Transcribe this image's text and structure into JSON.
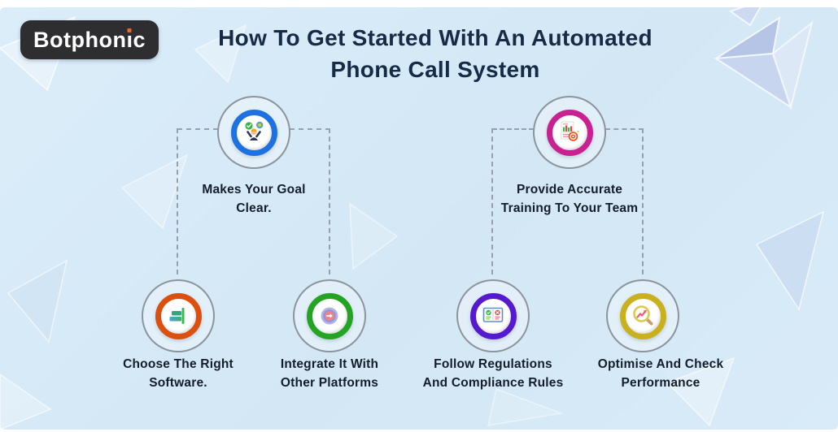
{
  "header": {
    "logo": {
      "part1": "Botphon",
      "i_base": "ı",
      "part2": "c",
      "full_text": "Botphonic"
    },
    "title_line1": "How To Get Started With An Automated",
    "title_line2": "Phone Call System"
  },
  "steps": [
    {
      "key": "make-goal-clear",
      "label_line1": "Makes Your Goal",
      "label_line2": "Clear.",
      "ring_color": "#1d71e0",
      "icon": "person-goal-icon"
    },
    {
      "key": "provide-training",
      "label_line1": "Provide Accurate",
      "label_line2": "Training To Your Team",
      "ring_color": "#c92092",
      "icon": "report-target-icon"
    },
    {
      "key": "choose-software",
      "label_line1": "Choose The Right",
      "label_line2": "Software.",
      "ring_color": "#db500e",
      "icon": "align-bars-icon"
    },
    {
      "key": "integrate-platforms",
      "label_line1": "Integrate It With",
      "label_line2": "Other Platforms",
      "ring_color": "#23a423",
      "icon": "arrow-target-icon"
    },
    {
      "key": "follow-regulations",
      "label_line1": "Follow Regulations",
      "label_line2": "And Compliance Rules",
      "ring_color": "#5519cf",
      "icon": "compliance-book-icon"
    },
    {
      "key": "optimise-performance",
      "label_line1": "Optimise And Check",
      "label_line2": "Performance",
      "ring_color": "#c9b11d",
      "icon": "magnifier-chart-icon"
    }
  ],
  "colors": {
    "panel_background": "#d5e8f6",
    "title_text": "#152b46",
    "label_text": "#141e2b",
    "connector": "#96a1ac",
    "logo_background": "#2e2e30",
    "logo_text": "#ffffff",
    "logo_dot": "#f26822",
    "outer_circle_border": "#8c959e"
  }
}
